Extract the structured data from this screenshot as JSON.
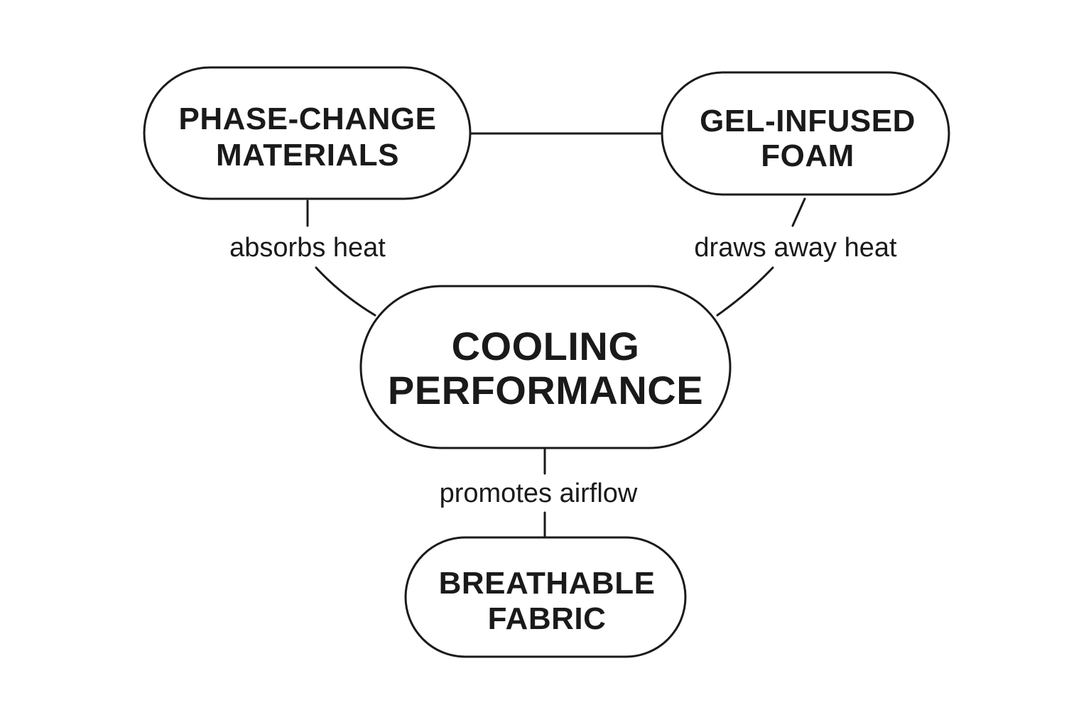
{
  "nodes": {
    "phase_change": {
      "line1": "PHASE-CHANGE",
      "line2": "MATERIALS"
    },
    "gel_foam": {
      "line1": "GEL-INFUSED",
      "line2": "FOAM"
    },
    "cooling": {
      "line1": "COOLING",
      "line2": "PERFORMANCE"
    },
    "breathable": {
      "line1": "BREATHABLE",
      "line2": "FABRIC"
    }
  },
  "edges": {
    "absorbs": "absorbs heat",
    "draws": "draws away heat",
    "promotes": "promotes airflow"
  },
  "colors": {
    "stroke": "#1a1a1a",
    "background": "#ffffff"
  }
}
